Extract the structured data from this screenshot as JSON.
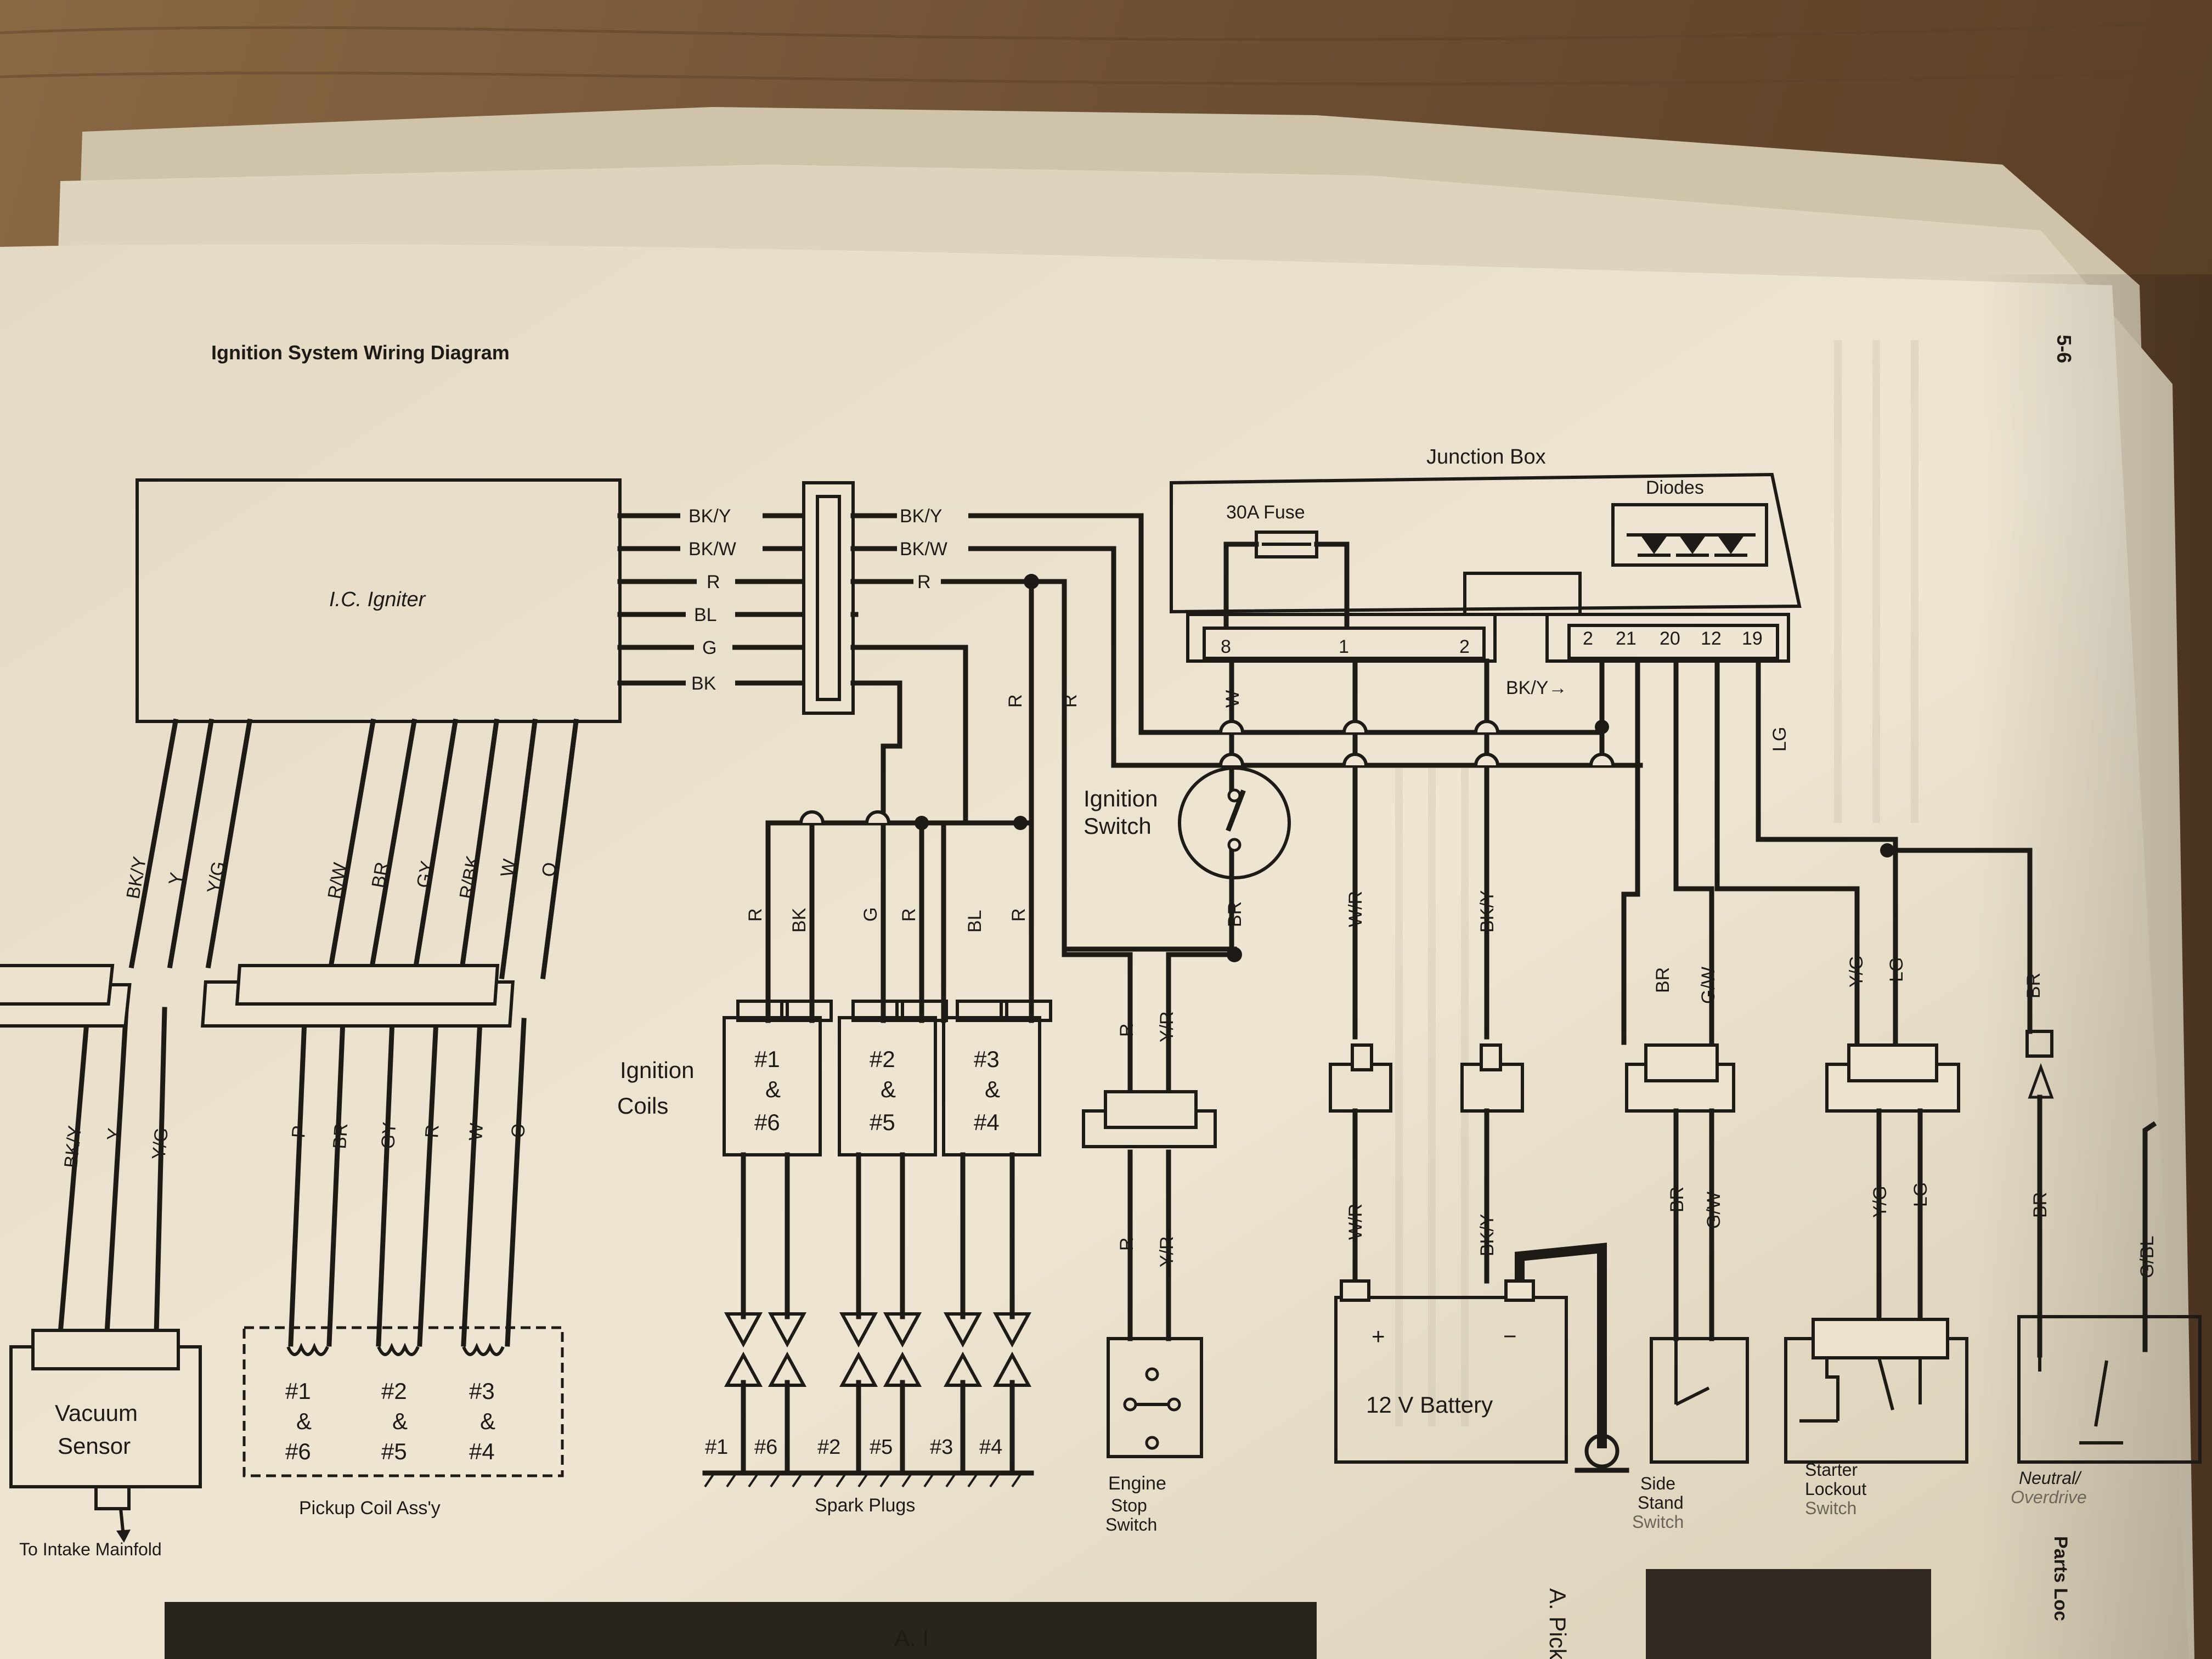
{
  "page": {
    "title": "Ignition System Wiring Diagram",
    "page_number": "5-6",
    "corner_text": "Parts Loc",
    "caption_left": "A. I",
    "caption_right": "A. Pick"
  },
  "igniter": {
    "label": "I.C. Igniter",
    "outputs": [
      "BK/Y",
      "BK/W",
      "R",
      "BL",
      "G",
      "BK"
    ]
  },
  "connector_right_labels": [
    "BK/Y",
    "BK/W",
    "R"
  ],
  "vacuum_sensor": {
    "wires_top": [
      "BK/Y",
      "Y",
      "Y/G"
    ],
    "wires_bottom": [
      "BK/Y",
      "Y",
      "Y/G"
    ],
    "label_line1": "Vacuum",
    "label_line2": "Sensor",
    "note": "To Intake Mainfold"
  },
  "pickup_coils": {
    "wires_top": [
      "R/W",
      "BR",
      "GY",
      "R/BK",
      "W",
      "O"
    ],
    "wires_bottom": [
      "P",
      "BR",
      "GY",
      "R",
      "W",
      "O"
    ],
    "coils": [
      {
        "l1": "#1",
        "l2": "&",
        "l3": "#6"
      },
      {
        "l1": "#2",
        "l2": "&",
        "l3": "#5"
      },
      {
        "l1": "#3",
        "l2": "&",
        "l3": "#4"
      }
    ],
    "label": "Pickup Coil Ass'y"
  },
  "ignition_coils": {
    "label_line1": "Ignition",
    "label_line2": "Coils",
    "feed_labels": [
      "R",
      "R"
    ],
    "wires": [
      "R",
      "BK",
      "G",
      "R",
      "BL",
      "R"
    ],
    "coils": [
      {
        "l1": "#1",
        "l2": "&",
        "l3": "#6"
      },
      {
        "l1": "#2",
        "l2": "&",
        "l3": "#5"
      },
      {
        "l1": "#3",
        "l2": "&",
        "l3": "#4"
      }
    ]
  },
  "spark_plugs": {
    "label": "Spark Plugs",
    "plugs": [
      "#1",
      "#6",
      "#2",
      "#5",
      "#3",
      "#4"
    ]
  },
  "junction_box": {
    "label": "Junction Box",
    "fuse": "30A Fuse",
    "diodes": "Diodes",
    "terminals_left": [
      "8",
      "1",
      "2"
    ],
    "terminals_right": [
      "2",
      "21",
      "20",
      "12",
      "19"
    ],
    "bky_arrow": "BK/Y→"
  },
  "ignition_switch": {
    "label_line1": "Ignition",
    "label_line2": "Switch",
    "wire_top": "W",
    "wire_bottom": "BR"
  },
  "engine_stop": {
    "wires_top": [
      "R",
      "Y/R"
    ],
    "wires_bottom": [
      "R",
      "Y/R"
    ],
    "label_line1": "Engine",
    "label_line2": "Stop",
    "label_line3": "Switch"
  },
  "battery": {
    "label": "12 V Battery",
    "plus": "+",
    "minus": "−",
    "wires_top": [
      "W/R",
      "BK/Y"
    ],
    "wires_bottom": [
      "W/R",
      "BK/Y"
    ]
  },
  "side_stand": {
    "wires_top": [
      "BR",
      "G/W"
    ],
    "wires_bottom": [
      "BR",
      "G/W"
    ],
    "label_line1": "Side",
    "label_line2": "Stand",
    "label_line3": "Switch"
  },
  "starter_lockout": {
    "wires_top": [
      "Y/G",
      "LG"
    ],
    "wires_bottom": [
      "Y/G",
      "LG"
    ],
    "lg_feed": "LG",
    "label_line1": "Starter",
    "label_line2": "Lockout",
    "label_line3": "Switch"
  },
  "neutral": {
    "wire_top": "BR",
    "wires_bottom": [
      "BR",
      "G/BL"
    ],
    "label_line1": "Neutral/",
    "label_line2": "Overdrive"
  }
}
